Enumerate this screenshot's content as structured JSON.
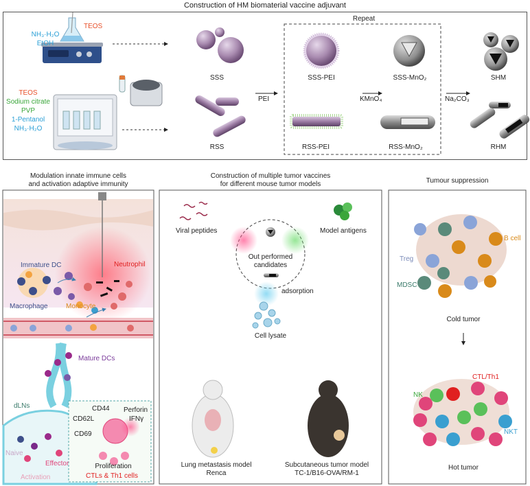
{
  "top": {
    "title": "Construction of HM biomaterial vaccine adjuvant",
    "reagents_a": {
      "teos": "TEOS",
      "nh3": "NH₃·H₂O",
      "etoh": "EtOH"
    },
    "reagents_b": {
      "teos": "TEOS",
      "citrate": "Sodium citrate",
      "pvp": "PVP",
      "pentanol": "1-Pentanol",
      "nh3": "NH₃·H₂O"
    },
    "labels": {
      "sss": "SSS",
      "rss": "RSS",
      "sss_pei": "SSS-PEI",
      "sss_mno2": "SSS-MnO₂",
      "rss_pei": "RSS-PEI",
      "rss_mno2": "RSS-MnO₂",
      "shm": "SHM",
      "rhm": "RHM"
    },
    "steps": {
      "pei": "PEI",
      "kmno4": "KMnO₄",
      "na2co3": "Na₂CO₃",
      "repeat": "Repeat"
    }
  },
  "left": {
    "title1": "Modulation innate immune cells",
    "title2": "and activation adaptive immunity",
    "labels": {
      "immature_dc": "Immature DC",
      "macrophage": "Macrophage",
      "monocyte": "Monocyte",
      "neutrophil": "Neutrophil",
      "mature_dcs": "Mature DCs",
      "dlns": "dLNs",
      "naive": "Naive",
      "effector": "Effector",
      "activation": "Activation",
      "cd44": "CD44",
      "cd62l": "CD62L",
      "cd69": "CD69",
      "perforin": "Perforin",
      "ifng": "IFNγ",
      "proliferation": "Proliferation",
      "ctls": "CTLs & Th1 cells"
    }
  },
  "middle": {
    "title1": "Construction of multiple tumor vaccines",
    "title2": "for different mouse tumor models",
    "labels": {
      "viral": "Viral peptides",
      "model_antigens": "Model antigens",
      "out_performed1": "Out performed",
      "out_performed2": "candidates",
      "adsorption": "adsorption",
      "lysate": "Cell lysate",
      "lung1": "Lung metastasis model",
      "lung2": "Renca",
      "subq1": "Subcutaneous tumor model",
      "subq2": "TC-1/B16-OVA/RM-1"
    }
  },
  "right": {
    "title": "Tumour suppression",
    "labels": {
      "b_cell": "B cell",
      "treg": "Treg",
      "mdsc": "MDSC",
      "cold": "Cold tumor",
      "ctl_th1": "CTL/Th1",
      "nk": "NK",
      "nkt": "NKT",
      "hot": "Hot tumor"
    }
  },
  "colors": {
    "orange_red": "#e8502a",
    "blue": "#2a9fd6",
    "green": "#3aa63a",
    "purple": "#7a3a9a",
    "navy": "#3d4f8a",
    "pink": "#e0457a",
    "red": "#e02020",
    "orange": "#d98a1a",
    "teal": "#3a7a6a",
    "lightblue": "#3a9fd0"
  }
}
